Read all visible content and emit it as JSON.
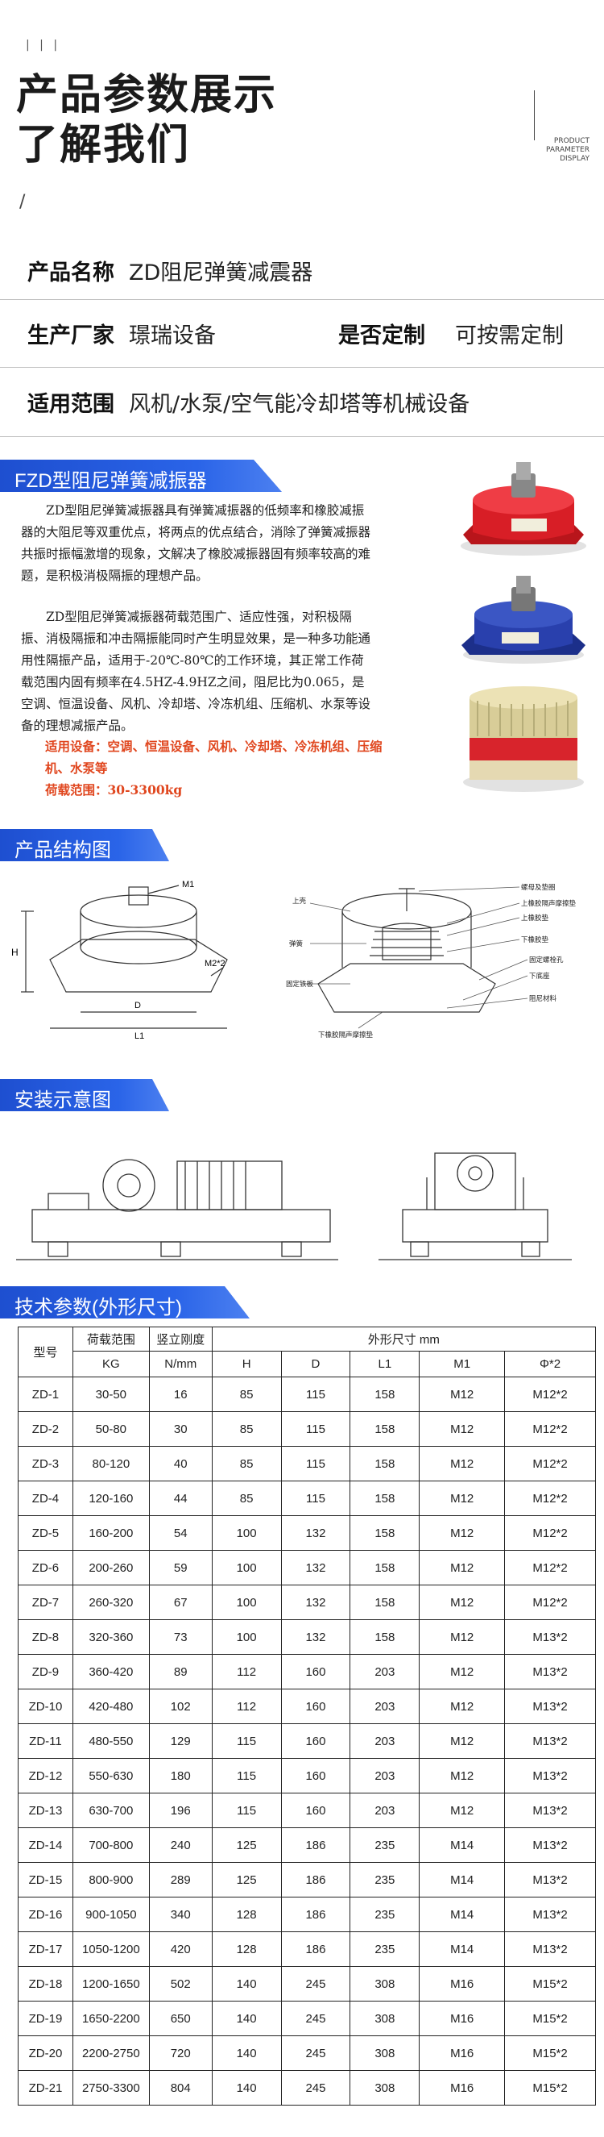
{
  "hero": {
    "title_line1": "产品参数展示",
    "title_line2": "了解我们",
    "tag": [
      "PRODUCT",
      "PARAMETER",
      "DISPLAY"
    ]
  },
  "params": {
    "name_key": "产品名称",
    "name_val": "ZD阻尼弹簧减震器",
    "maker_key": "生产厂家",
    "maker_val": "璟瑞设备",
    "custom_key": "是否定制",
    "custom_val": "可按需定制",
    "scope_key": "适用范围",
    "scope_val": "风机/水泵/空气能冷却塔等机械设备"
  },
  "intro": {
    "title": "FZD型阻尼弹簧减振器",
    "p1": "ZD型阻尼弹簧减振器具有弹簧减振器的低频率和橡胶减振器的大阻尼等双重优点，将两点的优点结合，消除了弹簧减振器共振时振幅激增的现象，文解决了橡胶减振器固有频率较高的难题，是积极消极隔振的理想产品。",
    "p2": "ZD型阻尼弹簧减振器荷载范围广、适应性强，对积极隔振、消极隔振和冲击隔振能同时产生明显效果，是一种多功能通用性隔振产品，适用于-20℃-80℃的工作环境，其正常工作荷载范围内固有频率在4.5HZ-4.9HZ之间，阻尼比为0.065，是空调、恒温设备、风机、冷却塔、冷冻机组、压缩机、水泵等设备的理想减振产品。",
    "apply": "适用设备：空调、恒温设备、风机、冷却塔、冷冻机组、压缩机、水泵等",
    "range": "荷载范围：30-3300kg"
  },
  "structure": {
    "title": "产品结构图",
    "labels_left": [
      "M1",
      "M2*2",
      "H",
      "D",
      "L1"
    ],
    "labels_right": [
      "螺母及垫圈",
      "上壳",
      "上橡胶隔声摩擦垫",
      "上橡胶垫",
      "弹簧",
      "下橡胶垫",
      "固定铁板",
      "固定螺栓孔",
      "下底座",
      "阻尼材料",
      "下橡胶隔声摩擦垫"
    ]
  },
  "install": {
    "title": "安装示意图"
  },
  "tech": {
    "title": "技术参数(外形尺寸)",
    "headers": {
      "model": "型号",
      "load": "荷载范围",
      "load_unit": "KG",
      "stiff": "竖立刚度",
      "stiff_unit": "N/mm",
      "dims": "外形尺寸 mm",
      "H": "H",
      "D": "D",
      "L1": "L1",
      "M1": "M1",
      "phi": "Φ*2"
    },
    "rows": [
      [
        "ZD-1",
        "30-50",
        "16",
        "85",
        "115",
        "158",
        "M12",
        "M12*2"
      ],
      [
        "ZD-2",
        "50-80",
        "30",
        "85",
        "115",
        "158",
        "M12",
        "M12*2"
      ],
      [
        "ZD-3",
        "80-120",
        "40",
        "85",
        "115",
        "158",
        "M12",
        "M12*2"
      ],
      [
        "ZD-4",
        "120-160",
        "44",
        "85",
        "115",
        "158",
        "M12",
        "M12*2"
      ],
      [
        "ZD-5",
        "160-200",
        "54",
        "100",
        "132",
        "158",
        "M12",
        "M12*2"
      ],
      [
        "ZD-6",
        "200-260",
        "59",
        "100",
        "132",
        "158",
        "M12",
        "M12*2"
      ],
      [
        "ZD-7",
        "260-320",
        "67",
        "100",
        "132",
        "158",
        "M12",
        "M12*2"
      ],
      [
        "ZD-8",
        "320-360",
        "73",
        "100",
        "132",
        "158",
        "M12",
        "M13*2"
      ],
      [
        "ZD-9",
        "360-420",
        "89",
        "112",
        "160",
        "203",
        "M12",
        "M13*2"
      ],
      [
        "ZD-10",
        "420-480",
        "102",
        "112",
        "160",
        "203",
        "M12",
        "M13*2"
      ],
      [
        "ZD-11",
        "480-550",
        "129",
        "115",
        "160",
        "203",
        "M12",
        "M13*2"
      ],
      [
        "ZD-12",
        "550-630",
        "180",
        "115",
        "160",
        "203",
        "M12",
        "M13*2"
      ],
      [
        "ZD-13",
        "630-700",
        "196",
        "115",
        "160",
        "203",
        "M12",
        "M13*2"
      ],
      [
        "ZD-14",
        "700-800",
        "240",
        "125",
        "186",
        "235",
        "M14",
        "M13*2"
      ],
      [
        "ZD-15",
        "800-900",
        "289",
        "125",
        "186",
        "235",
        "M14",
        "M13*2"
      ],
      [
        "ZD-16",
        "900-1050",
        "340",
        "128",
        "186",
        "235",
        "M14",
        "M13*2"
      ],
      [
        "ZD-17",
        "1050-1200",
        "420",
        "128",
        "186",
        "235",
        "M14",
        "M13*2"
      ],
      [
        "ZD-18",
        "1200-1650",
        "502",
        "140",
        "245",
        "308",
        "M16",
        "M15*2"
      ],
      [
        "ZD-19",
        "1650-2200",
        "650",
        "140",
        "245",
        "308",
        "M16",
        "M15*2"
      ],
      [
        "ZD-20",
        "2200-2750",
        "720",
        "140",
        "245",
        "308",
        "M16",
        "M15*2"
      ],
      [
        "ZD-21",
        "2750-3300",
        "804",
        "140",
        "245",
        "308",
        "M16",
        "M15*2"
      ]
    ]
  }
}
